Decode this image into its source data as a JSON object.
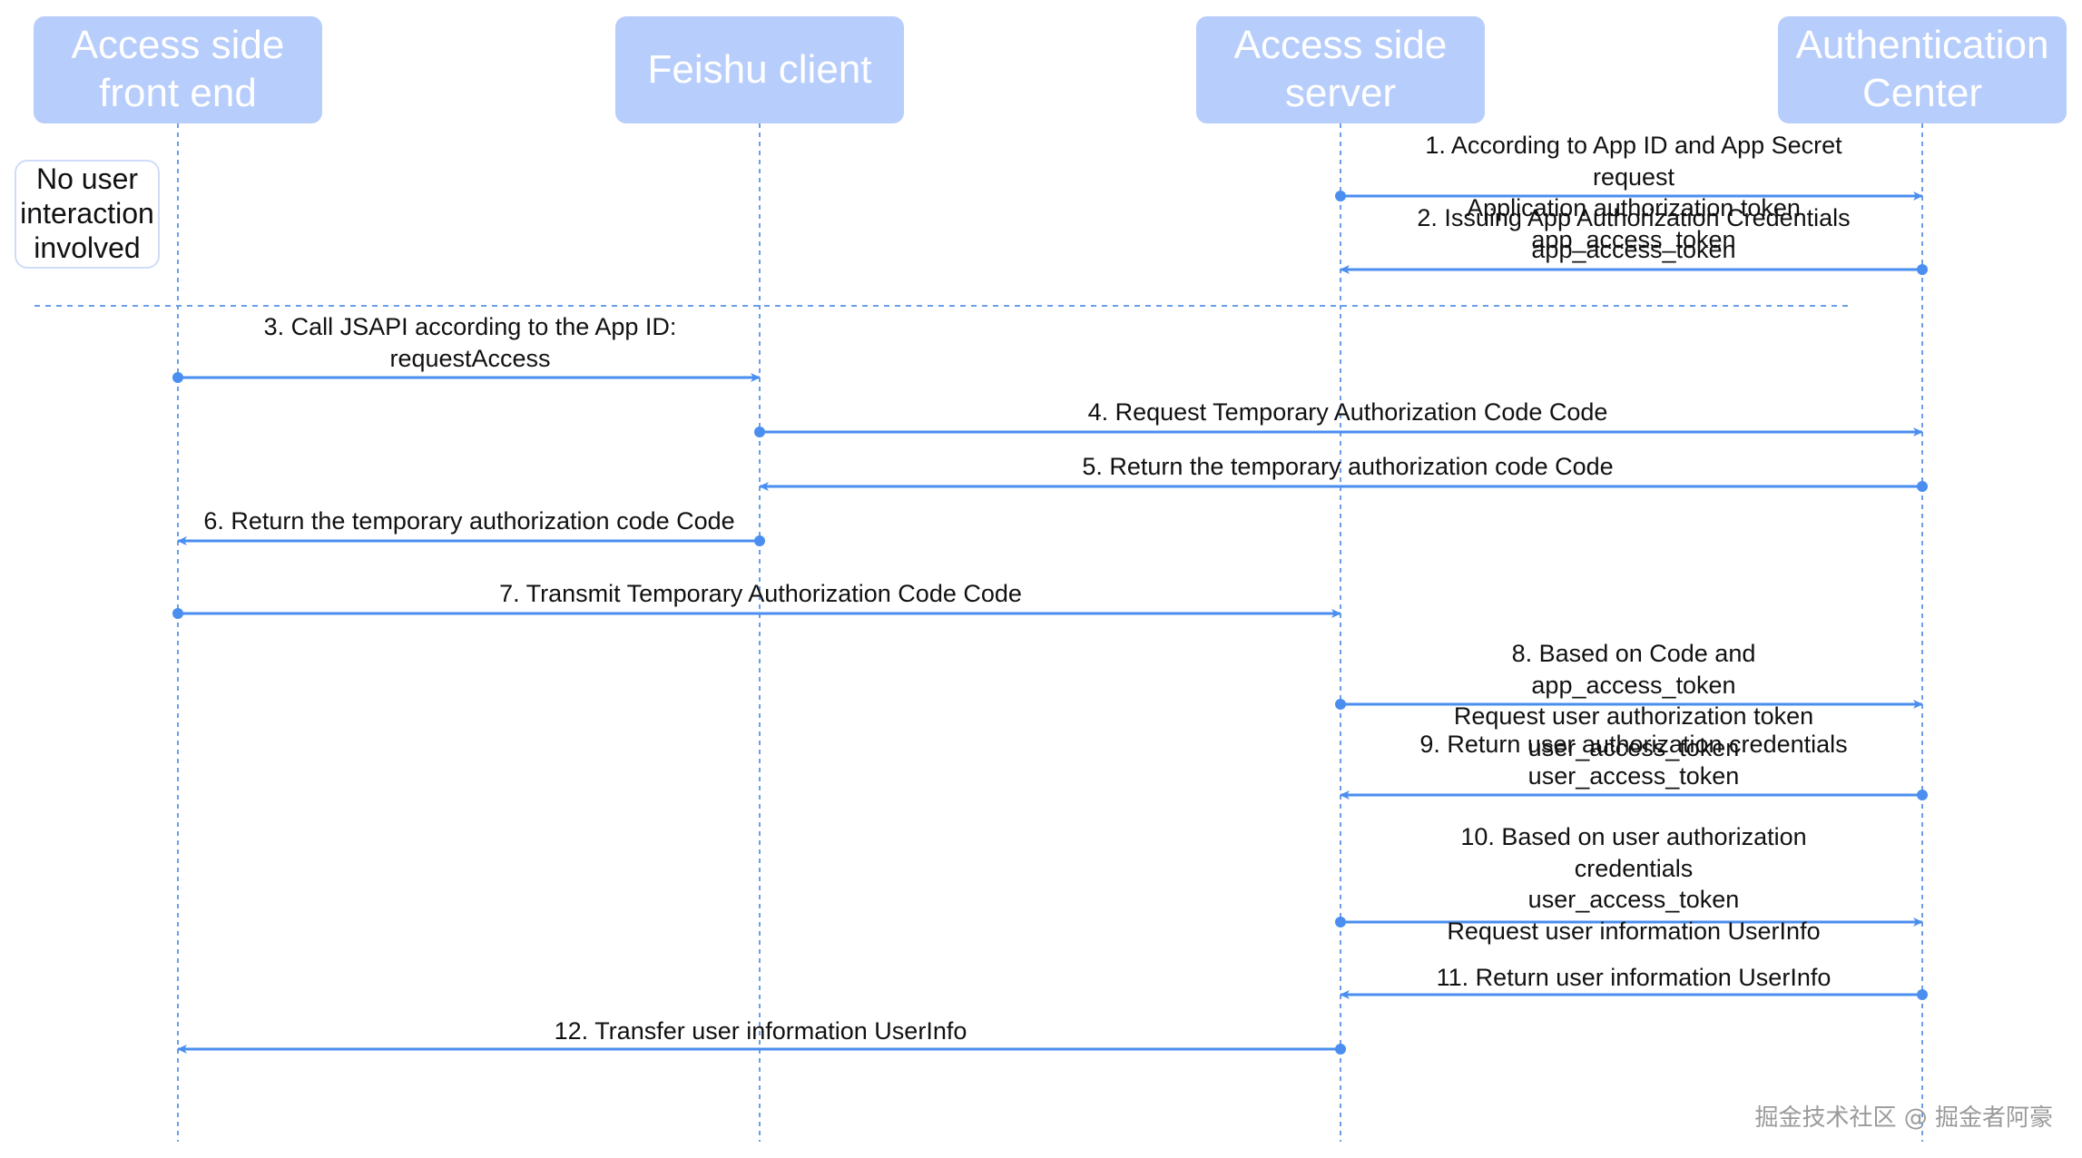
{
  "participants": [
    {
      "id": "frontend",
      "label": "Access side\nfront end"
    },
    {
      "id": "feishu",
      "label": "Feishu client"
    },
    {
      "id": "server",
      "label": "Access side\nserver"
    },
    {
      "id": "auth",
      "label": "Authentication\nCenter"
    }
  ],
  "note": "No user\ninteraction\ninvolved",
  "messages": [
    {
      "from": "server",
      "to": "auth",
      "label": "1. According to App ID and App Secret request\nApplication authorization token app_access_token"
    },
    {
      "from": "auth",
      "to": "server",
      "label": "2. Issuing App Authorization Credentials\napp_access_token"
    },
    {
      "from": "frontend",
      "to": "feishu",
      "label": "3. Call JSAPI according to the App ID:\nrequestAccess"
    },
    {
      "from": "feishu",
      "to": "auth",
      "label": "4. Request Temporary Authorization Code Code"
    },
    {
      "from": "auth",
      "to": "feishu",
      "label": "5. Return the temporary authorization code Code"
    },
    {
      "from": "feishu",
      "to": "frontend",
      "label": "6. Return the temporary authorization code Code"
    },
    {
      "from": "frontend",
      "to": "server",
      "label": "7. Transmit Temporary Authorization Code Code"
    },
    {
      "from": "server",
      "to": "auth",
      "label": "8. Based on Code and app_access_token\nRequest user authorization token user_access_token"
    },
    {
      "from": "auth",
      "to": "server",
      "label": "9. Return user authorization credentials\nuser_access_token"
    },
    {
      "from": "server",
      "to": "auth",
      "label": "10. Based on user authorization credentials\nuser_access_token\nRequest user information UserInfo"
    },
    {
      "from": "auth",
      "to": "server",
      "label": "11. Return user information UserInfo"
    },
    {
      "from": "server",
      "to": "frontend",
      "label": "12. Transfer user information UserInfo"
    }
  ],
  "watermark": "掘金技术社区 @ 掘金者阿豪",
  "colors": {
    "actor_fill": "#b7cdfb",
    "arrow": "#4a8ef0",
    "lifeline": "#6a9ee8"
  }
}
